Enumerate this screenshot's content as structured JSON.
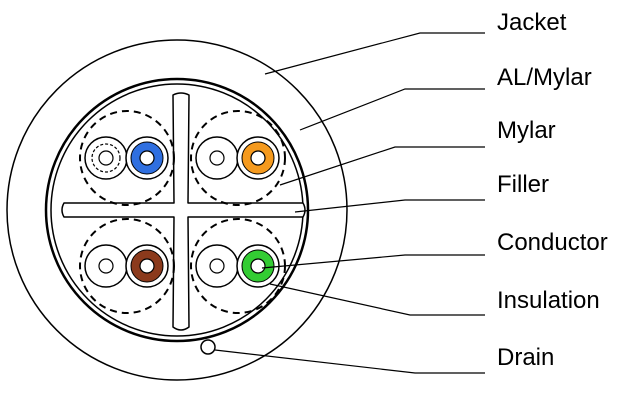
{
  "diagram": {
    "labels": {
      "jacket": "Jacket",
      "al_mylar": "AL/Mylar",
      "mylar": "Mylar",
      "filler": "Filler",
      "conductor": "Conductor",
      "insulation": "Insulation",
      "drain": "Drain"
    },
    "colors": {
      "stroke": "#000000",
      "background": "#ffffff",
      "blue_conductor": "#2f6fe0",
      "orange_conductor": "#f59a1e",
      "brown_conductor": "#8b3a1c",
      "green_conductor": "#33cc33",
      "white_conductor": "#ffffff"
    }
  }
}
